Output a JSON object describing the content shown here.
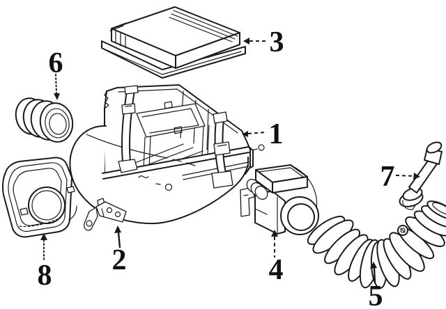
{
  "figure": {
    "background_color": "#ffffff",
    "line_color": "#1a1a1a",
    "callouts": [
      {
        "label": "1"
      },
      {
        "label": "2"
      },
      {
        "label": "3"
      },
      {
        "label": "4"
      },
      {
        "label": "5"
      },
      {
        "label": "6"
      },
      {
        "label": "7"
      },
      {
        "label": "8"
      }
    ]
  }
}
